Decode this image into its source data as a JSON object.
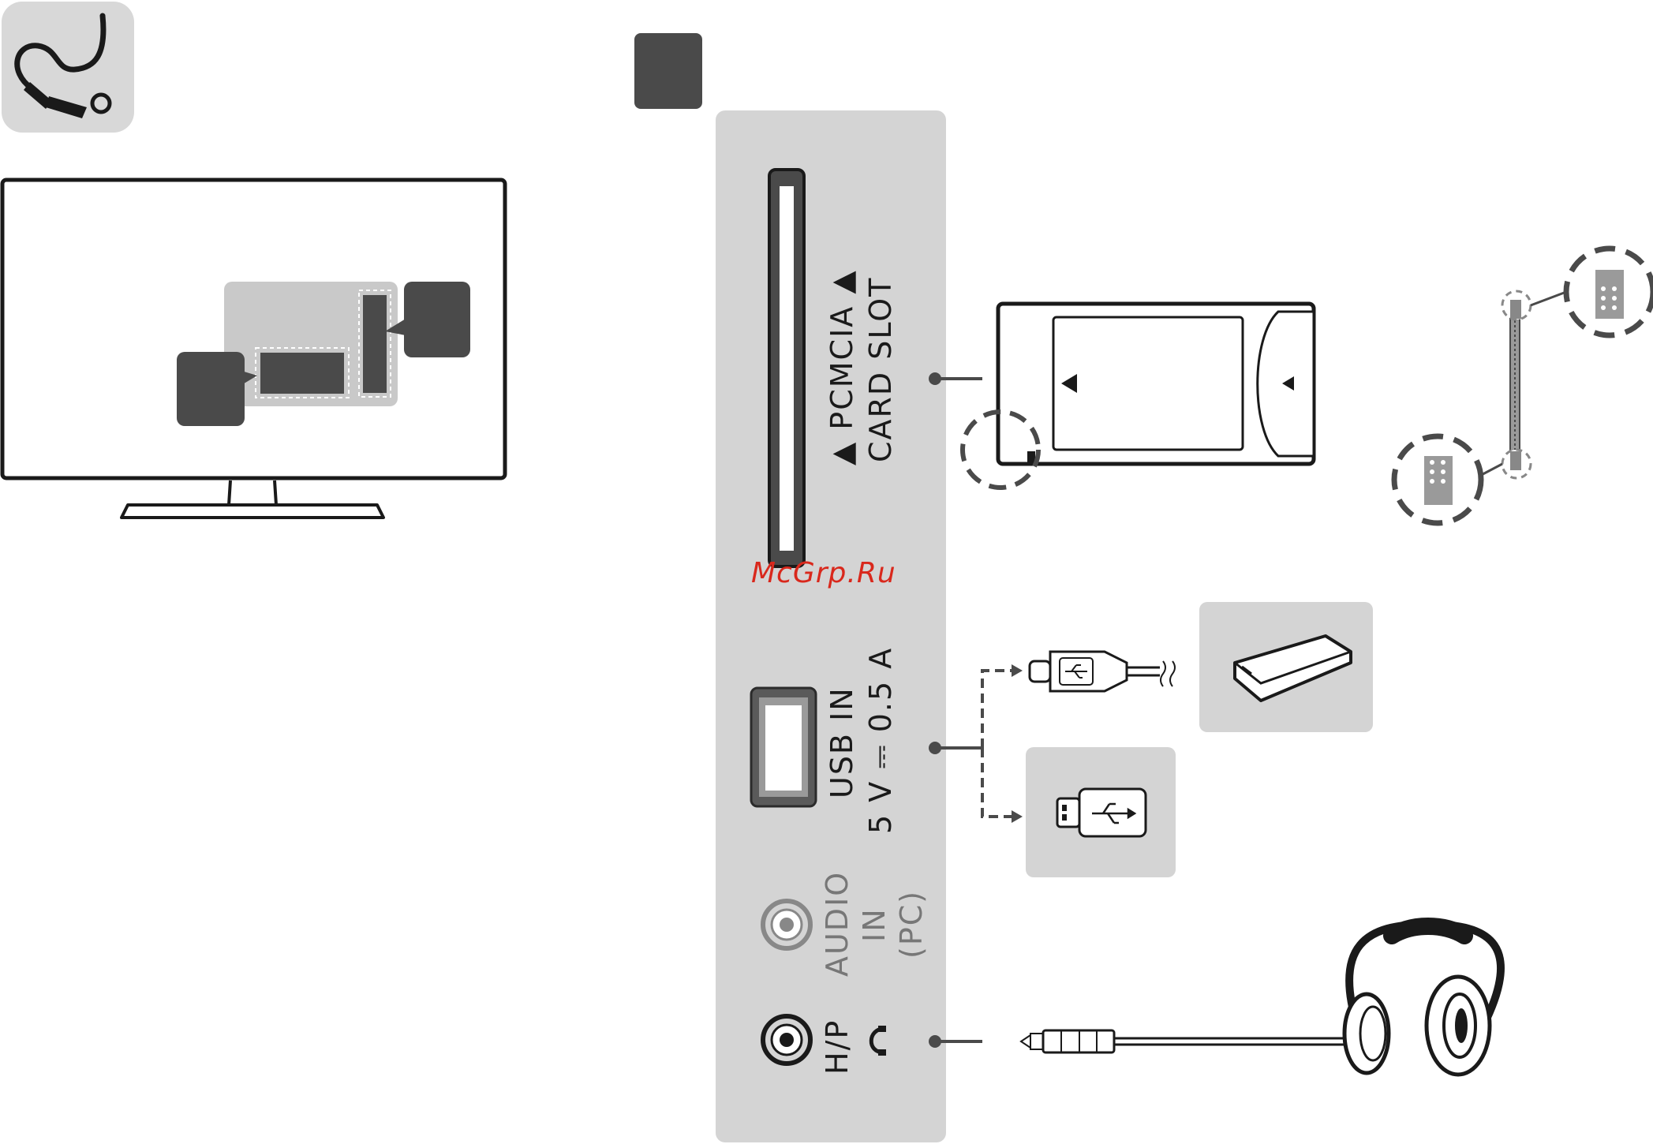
{
  "colors": {
    "panel": "#d4d4d4",
    "dark_badge": "#4a4a4a",
    "line": "#2b2b2b",
    "watermark": "#d9281c"
  },
  "icons": {
    "connection": "cable-plug-icon",
    "usb": "usb-symbol-icon",
    "headphones": "headphones-icon"
  },
  "ports": {
    "pcmcia_line1": "▲ PCMCIA ▲",
    "pcmcia_line2": "CARD SLOT",
    "usb_line1": "USB IN",
    "usb_line2": "5 V ⎓ 0.5 A",
    "audio_line1": "AUDIO",
    "audio_line2": "IN",
    "audio_line3": "(PC)",
    "hp_line1": "H/P"
  },
  "watermark": "McGrp.Ru"
}
